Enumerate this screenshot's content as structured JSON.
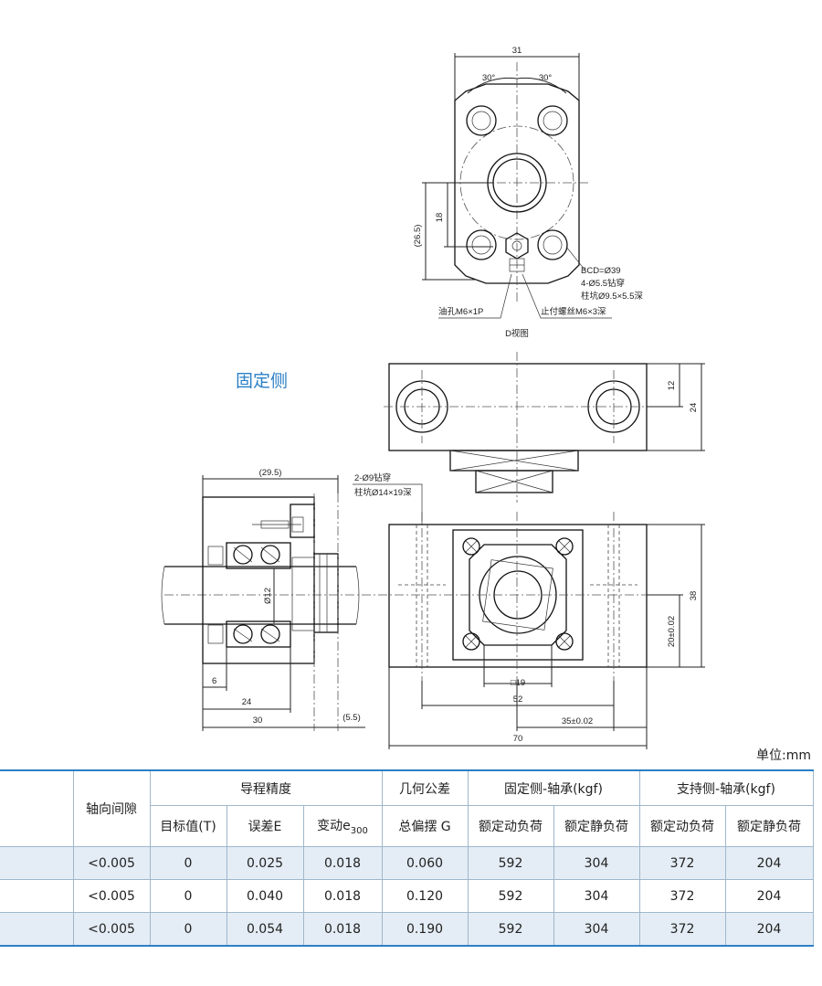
{
  "drawing": {
    "top_view": {
      "dim_31": "31",
      "angle_left": "30°",
      "angle_right": "30°",
      "dim_18": "18",
      "dim_26_5": "(26.5)",
      "bcd": "BCD=Ø39",
      "holes": "4-Ø5.5钻穿",
      "counterbore": "柱坑Ø9.5×5.5深",
      "oil_hole": "油孔M6×1P",
      "set_screw": "止付螺丝M6×3深",
      "view_label": "D视图"
    },
    "front_view": {
      "dim_12": "12",
      "dim_24": "24",
      "holes_note_1": "2-Ø9钻穿",
      "holes_note_2": "柱坑Ø14×19深",
      "dim_38": "38",
      "dim_20": "20±0.02",
      "dim_19": "□19",
      "dim_52": "52",
      "dim_35": "35±0.02",
      "dim_70": "70"
    },
    "side_view": {
      "dim_29_5": "(29.5)",
      "dim_phi12": "Ø12",
      "dim_6": "6",
      "dim_24": "24",
      "dim_30": "30",
      "dim_5_5": "(5.5)"
    }
  },
  "section_title": "固定侧",
  "unit_note": "单位:mm",
  "table": {
    "col_axial": "轴向间隙",
    "group_lead": "导程精度",
    "group_geo": "几何公差",
    "group_fixed": "固定侧-轴承(kgf)",
    "group_support": "支持侧-轴承(kgf)",
    "sub_target": "目标值(T)",
    "sub_error": "误差E",
    "sub_var_prefix": "变动e",
    "sub_var_sub": "300",
    "sub_runout": "总偏摆 G",
    "sub_fixed_dyn": "额定动负荷",
    "sub_fixed_stat": "额定静负荷",
    "sub_sup_dyn": "额定动负荷",
    "sub_sup_stat": "额定静负荷",
    "rows": [
      [
        "<0.005",
        "0",
        "0.025",
        "0.018",
        "0.060",
        "592",
        "304",
        "372",
        "204"
      ],
      [
        "<0.005",
        "0",
        "0.040",
        "0.018",
        "0.120",
        "592",
        "304",
        "372",
        "204"
      ],
      [
        "<0.005",
        "0",
        "0.054",
        "0.018",
        "0.190",
        "592",
        "304",
        "372",
        "204"
      ]
    ]
  },
  "colors": {
    "accent": "#2a7fc6",
    "row_shade": "#e4edf5"
  }
}
